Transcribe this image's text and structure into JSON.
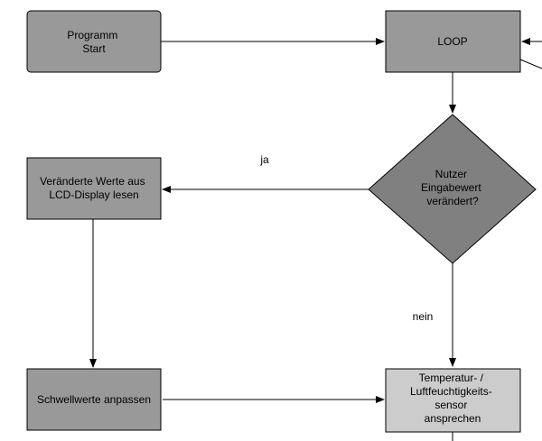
{
  "nodes": {
    "programm_start": {
      "lines": [
        "Programm",
        "Start"
      ],
      "shape": "rectangle",
      "fill": "#999999"
    },
    "loop": {
      "lines": [
        "LOOP"
      ],
      "shape": "rectangle",
      "fill": "#999999"
    },
    "decision": {
      "lines": [
        "Nutzer",
        "Eingabewert",
        "verändert?"
      ],
      "shape": "diamond",
      "fill": "#808080"
    },
    "read_lcd": {
      "lines": [
        "Veränderte Werte aus",
        "LCD-Display lesen"
      ],
      "shape": "rectangle",
      "fill": "#999999"
    },
    "adjust_thresholds": {
      "lines": [
        "Schwellwerte anpassen"
      ],
      "shape": "rectangle",
      "fill": "#999999"
    },
    "sensor": {
      "lines": [
        "Temperatur- /",
        "Luftfeuchtigkeits-",
        "sensor",
        "ansprechen"
      ],
      "shape": "rectangle",
      "fill": "#cccccc"
    }
  },
  "edges": {
    "yes_label": "ja",
    "no_label": "nein"
  },
  "colors": {
    "stroke": "#000000",
    "gray_node": "#999999",
    "decision_node": "#808080",
    "light_node": "#cccccc"
  }
}
